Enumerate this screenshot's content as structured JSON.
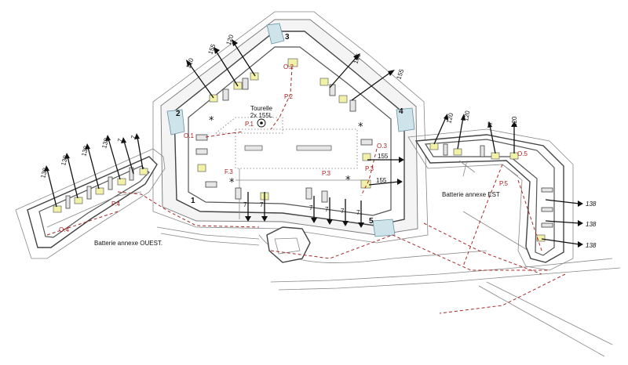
{
  "corner_numbers": [
    "1",
    "2",
    "3",
    "4",
    "5"
  ],
  "observation_posts": [
    "O.1",
    "O.2",
    "O.3",
    "O.4",
    "O.5"
  ],
  "posts": [
    "P.1",
    "P.2",
    "P.3",
    "P.3",
    "P.4",
    "P.5"
  ],
  "fire_posts": [
    "F.3"
  ],
  "turret": {
    "line1": "Tourelle",
    "line2": "2x 155L"
  },
  "batteries": {
    "west": "Batterie annexe OUEST.",
    "east": "Batterie annexe EST"
  },
  "ranges": {
    "r120a": "120",
    "r155a": "155",
    "r120b": "120",
    "r155b": "155",
    "r155c": "155",
    "r155d": "155",
    "r155e": "155",
    "w138a": "138",
    "w138b": "138",
    "w138c": "138",
    "w138d": "138",
    "w7a": "7",
    "w7b": "7",
    "e120a": "120",
    "e120b": "120",
    "e7": "7",
    "e120c": "120",
    "e138a": "138",
    "e138b": "138",
    "e138c": "138",
    "s7a": "7",
    "s7b": "7",
    "s7c": "7",
    "s7d": "7",
    "s7e": "7",
    "s7f": "7"
  },
  "symbols": {
    "star": "*"
  }
}
